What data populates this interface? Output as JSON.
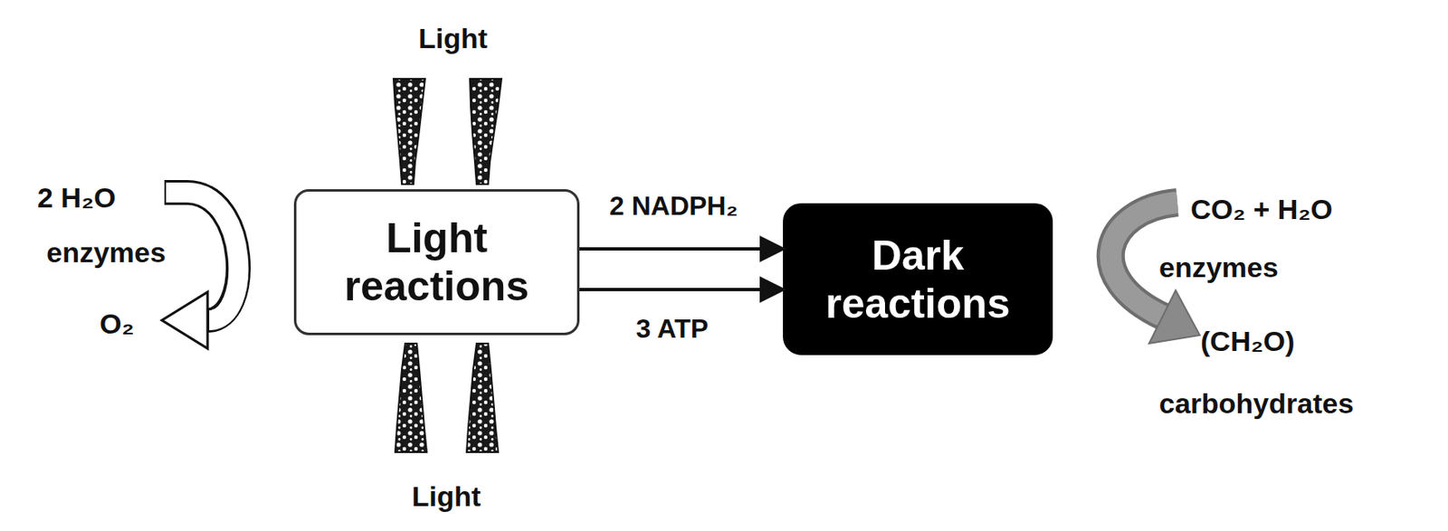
{
  "diagram": {
    "nodes": [
      {
        "text": [
          "Light reactions"
        ]
      },
      {
        "text": [
          "Dark reactions"
        ]
      }
    ],
    "edges": [
      {
        "from": 0,
        "to": 1,
        "arrow": "to",
        "label": "2 NADPH₂"
      },
      {
        "from": 0,
        "to": 1,
        "arrow": "to",
        "label": "3 ATP"
      }
    ],
    "labels": [
      "Light",
      "Light",
      "2 H₂O",
      "enzymes",
      "O₂",
      "CO₂ + H₂O",
      "enzymes",
      "(CH₂O)",
      "carbohydrates"
    ]
  }
}
